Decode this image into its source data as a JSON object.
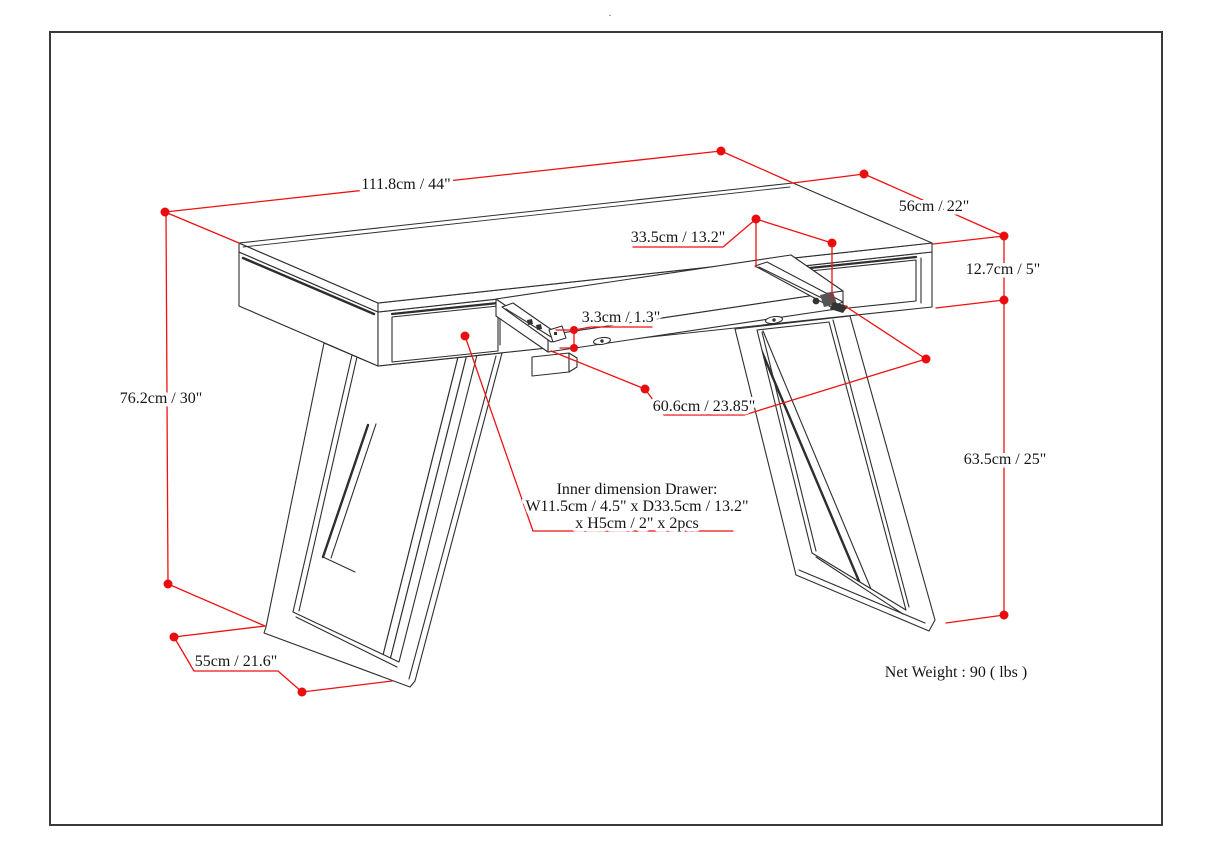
{
  "diagram": {
    "accent_red": "#ee1212",
    "line_color": "#2e2e2e",
    "dims": {
      "width": "111.8cm / 44\"",
      "depth": "56cm / 22\"",
      "height": "76.2cm / 30\"",
      "apron": "12.7cm / 5\"",
      "drawer_depth": "33.5cm / 13.2\"",
      "tray_lip": "3.3cm / 1.3\"",
      "tray_width": "60.6cm / 23.85\"",
      "leg_height": "63.5cm / 25\"",
      "leg_base": "55cm / 21.6\""
    },
    "drawer_note_line1": "Inner dimension Drawer:",
    "drawer_note_line2": "W11.5cm / 4.5\" x D33.5cm / 13.2\"",
    "drawer_note_line3": "x H5cm / 2\" x 2pcs",
    "net_weight": "Net Weight : 90 ( lbs )",
    "top_mark": "."
  }
}
